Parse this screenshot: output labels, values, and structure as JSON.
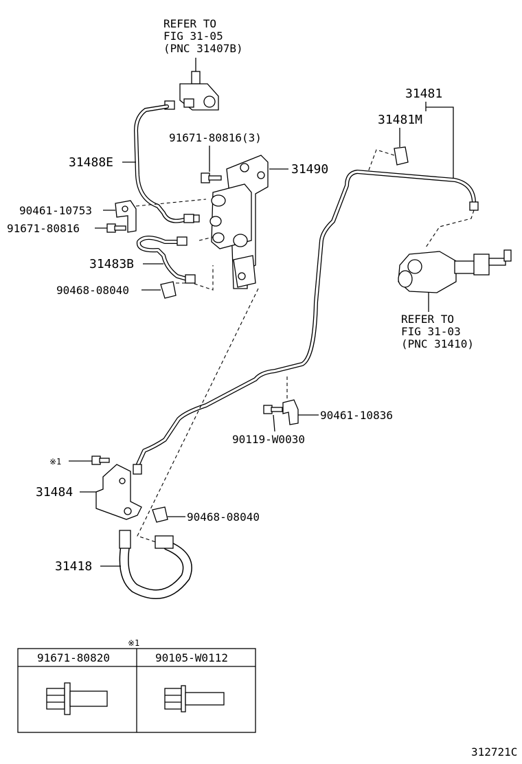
{
  "refer_top": [
    "REFER TO",
    "FIG 31-05",
    "(PNC 31407B)"
  ],
  "refer_right": [
    "REFER TO",
    "FIG 31-03",
    "(PNC 31410)"
  ],
  "parts": {
    "p31481": "31481",
    "p31481M": "31481M",
    "p31488E": "31488E",
    "p31490": "31490",
    "p91671_80816_3": "91671-80816(3)",
    "p90461_10753": "90461-10753",
    "p91671_80816": "91671-80816",
    "p31483B": "31483B",
    "p90468_08040_a": "90468-08040",
    "p90461_10836": "90461-10836",
    "p90119_W0030": "90119-W0030",
    "p31484": "31484",
    "p90468_08040_b": "90468-08040",
    "p31418": "31418"
  },
  "note_mark": "※1",
  "table": {
    "mark": "※1",
    "headers": [
      "91671-80820",
      "90105-W0112"
    ]
  },
  "figure_id": "312721C"
}
